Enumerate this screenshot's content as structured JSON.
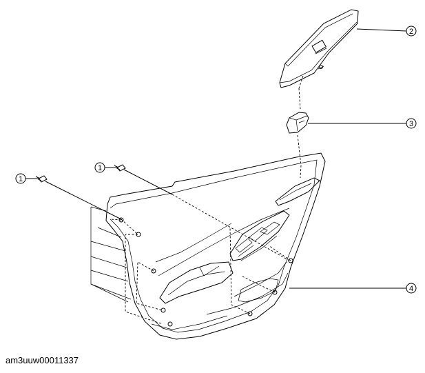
{
  "callouts": [
    {
      "id": "c1a",
      "label": "1"
    },
    {
      "id": "c1b",
      "label": "1"
    },
    {
      "id": "c2",
      "label": "2"
    },
    {
      "id": "c3",
      "label": "3"
    },
    {
      "id": "c4",
      "label": "4"
    }
  ],
  "caption": "am3uuw00011337"
}
